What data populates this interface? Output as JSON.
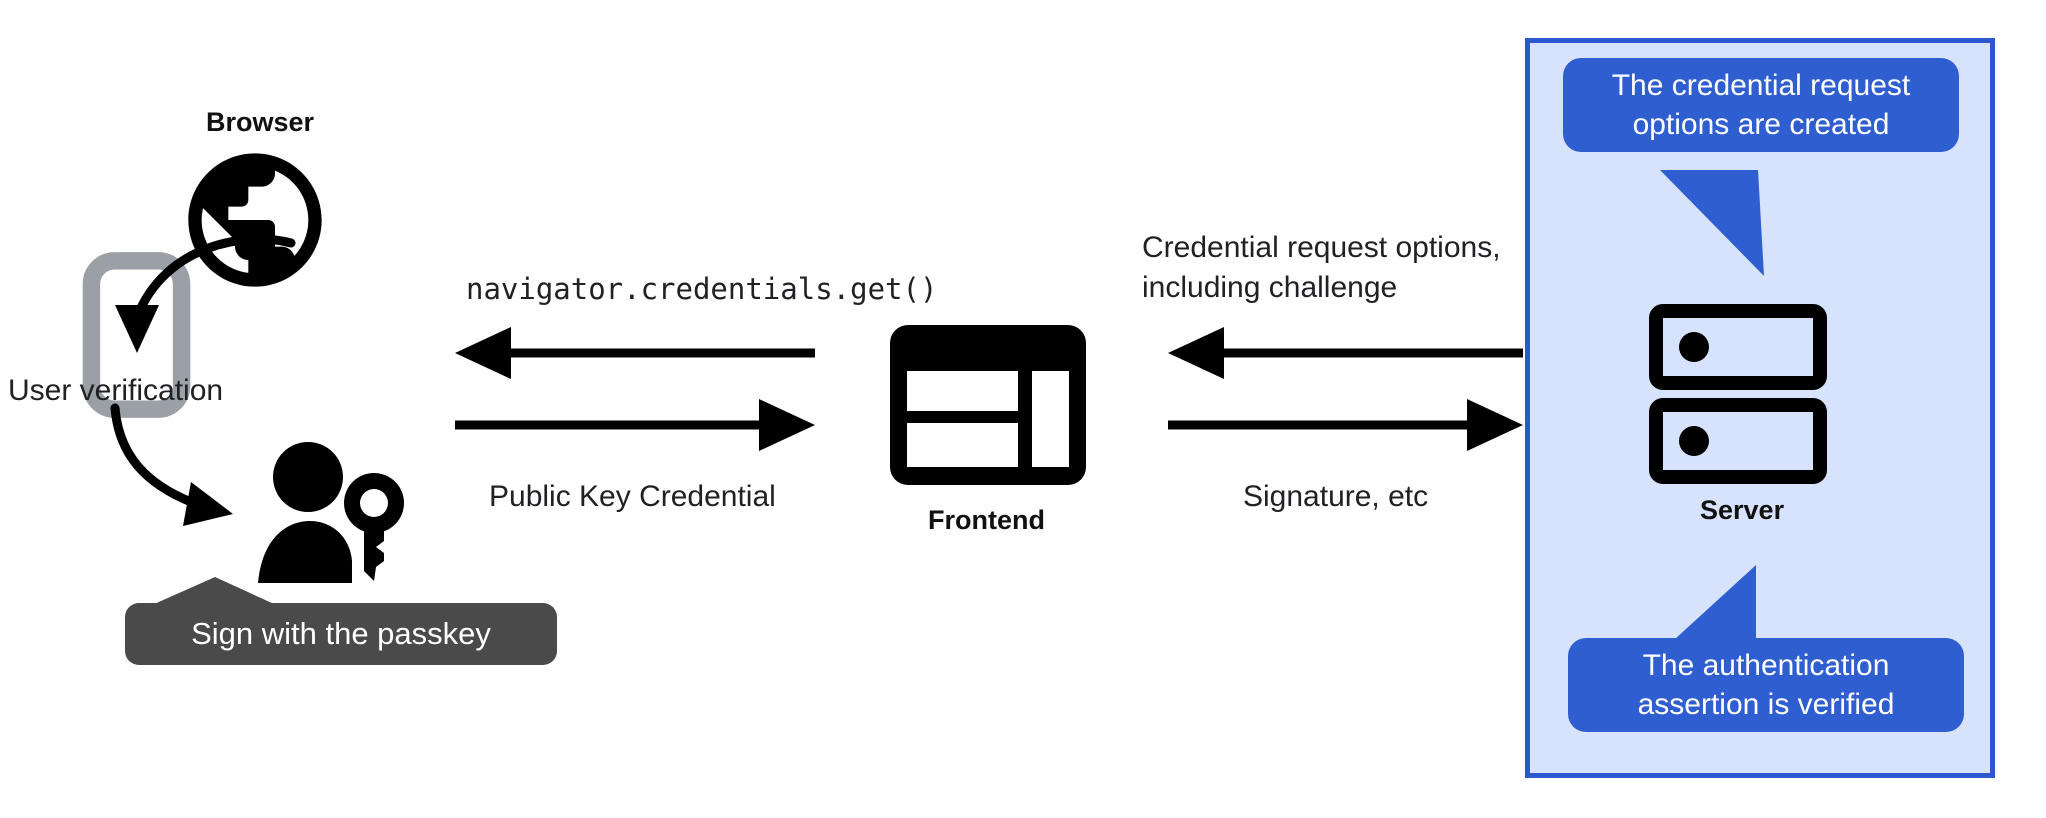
{
  "diagram": {
    "title": "WebAuthn passkey authentication flow",
    "colors": {
      "panel_fill": "#d7e3fc",
      "panel_border": "#2b57d1",
      "callout_blue": "#2f5ed0",
      "tooltip_gray": "#4a4a4a",
      "phone_gray": "#9aa0a6",
      "ink": "#111111"
    }
  },
  "browser": {
    "label": "Browser",
    "icon": "globe-icon"
  },
  "device": {
    "icon": "smartphone-icon",
    "verification_label": "User verification"
  },
  "user": {
    "icon": "person-with-key-icon",
    "tooltip": "Sign with the passkey"
  },
  "frontend": {
    "label": "Frontend",
    "icon": "web-layout-icon"
  },
  "server": {
    "label": "Server",
    "icon": "server-racks-icon",
    "callout_top": "The credential request\noptions are created",
    "callout_top_line1": "The credential request",
    "callout_top_line2": "options are created",
    "callout_bottom_line1": "The authentication",
    "callout_bottom_line2": "assertion is verified"
  },
  "flows": {
    "browser_to_frontend_code": "navigator.credentials.get()",
    "frontend_to_browser_label": "Public Key Credential",
    "server_to_frontend_line1": "Credential request options,",
    "server_to_frontend_line2": "including challenge",
    "frontend_to_server_label": "Signature, etc"
  }
}
